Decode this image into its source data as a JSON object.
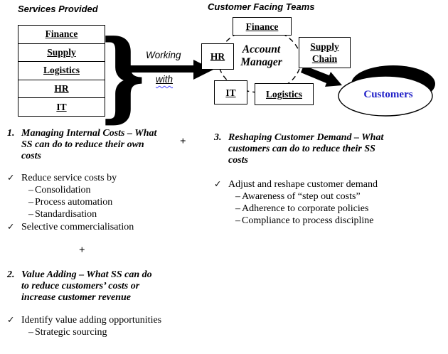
{
  "titles": {
    "left": "Services Provided",
    "right": "Customer Facing Teams"
  },
  "services_table": [
    "Finance",
    "Supply",
    "Logistics",
    "HR",
    "IT"
  ],
  "glyphs": {
    "brace": "}",
    "plus": "+"
  },
  "connector": {
    "top": "Working",
    "bottom": "with"
  },
  "hub": {
    "lines": [
      "Account",
      "Manager"
    ]
  },
  "team_boxes": {
    "finance": "Finance",
    "hr": "HR",
    "supply_chain": [
      "Supply",
      "Chain"
    ],
    "it": "IT",
    "logistics": "Logistics"
  },
  "customers": "Customers",
  "colors": {
    "customers_text": "#2121C8",
    "spellcheck_squiggle": "#4040FF",
    "shapes": "#000000"
  },
  "sections": {
    "one": {
      "num": "1.",
      "lines": [
        "Managing Internal Costs – What",
        "SS can do to reduce their own",
        "costs"
      ]
    },
    "one_bullets": [
      {
        "m": "✓",
        "t": "Reduce service costs by"
      },
      {
        "m": "–",
        "t": "Consolidation"
      },
      {
        "m": "–",
        "t": "Process automation"
      },
      {
        "m": "–",
        "t": "Standardisation"
      },
      {
        "m": "✓",
        "t": "Selective commercialisation"
      }
    ],
    "two": {
      "num": "2.",
      "lines": [
        "Value Adding – What SS can do",
        "to reduce customers’ costs or",
        "increase customer revenue"
      ]
    },
    "two_bullets": [
      {
        "m": "✓",
        "t": "Identify value adding opportunities"
      },
      {
        "m": "–",
        "t": "Strategic sourcing"
      }
    ],
    "three": {
      "num": "3.",
      "lines": [
        "Reshaping Customer Demand – What",
        "customers can do to reduce their SS",
        "costs"
      ]
    },
    "three_bullets": [
      {
        "m": "✓",
        "t": "Adjust and reshape customer demand"
      },
      {
        "m": "–",
        "t": "Awareness of “step out costs”"
      },
      {
        "m": "–",
        "t": "Adherence to corporate policies"
      },
      {
        "m": "–",
        "t": "Compliance to process discipline"
      }
    ]
  }
}
